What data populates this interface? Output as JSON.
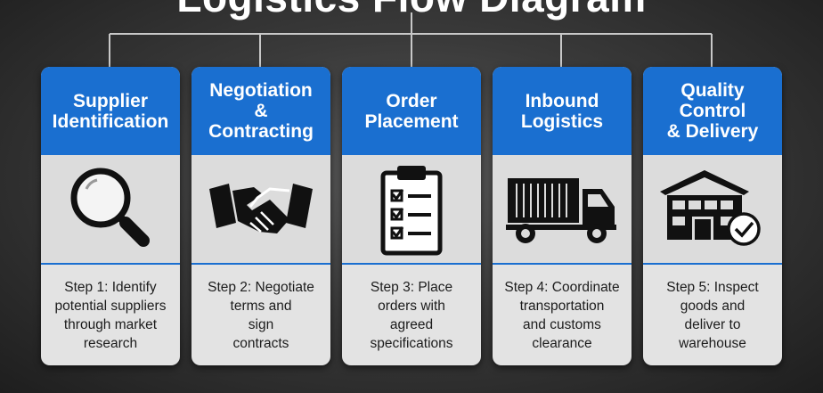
{
  "title": "Logistics Flow Diagram",
  "colors": {
    "accent": "#1a6fd0",
    "panel": "#dcdcdc",
    "text": "#1c1c1c"
  },
  "steps": [
    {
      "title": "Supplier\nIdentification",
      "icon": "magnifying-glass-icon",
      "description": "Step 1: Identify\npotential suppliers\nthrough market\nresearch"
    },
    {
      "title": "Negotiation\n&\nContracting",
      "icon": "handshake-icon",
      "description": "Step 2: Negotiate\nterms and\nsign\ncontracts"
    },
    {
      "title": "Order\nPlacement",
      "icon": "clipboard-checklist-icon",
      "description": "Step 3: Place\norders with\nagreed\nspecifications"
    },
    {
      "title": "Inbound\nLogistics",
      "icon": "truck-icon",
      "description": "Step 4: Coordinate\ntransportation\nand customs\nclearance"
    },
    {
      "title": "Quality\nControl\n& Delivery",
      "icon": "warehouse-check-icon",
      "description": "Step 5: Inspect\ngoods and\ndeliver to\nwarehouse"
    }
  ]
}
